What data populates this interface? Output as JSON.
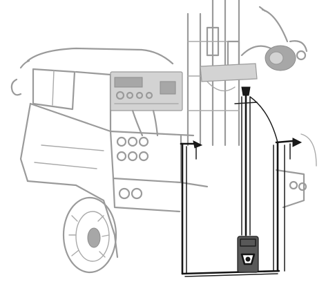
{
  "figure": {
    "icons": {
      "truck": "utility-truck-illustration",
      "mast": "mast-tower-illustration",
      "panel": "control-panel-illustration",
      "excavation": "trench-excavation-illustration",
      "probe": "probe-rod-illustration",
      "tank": "weighted-tank-illustration"
    },
    "colors": {
      "background": "#ffffff",
      "sketch_gray": "#9a9a9a",
      "ink_black": "#141414"
    }
  }
}
